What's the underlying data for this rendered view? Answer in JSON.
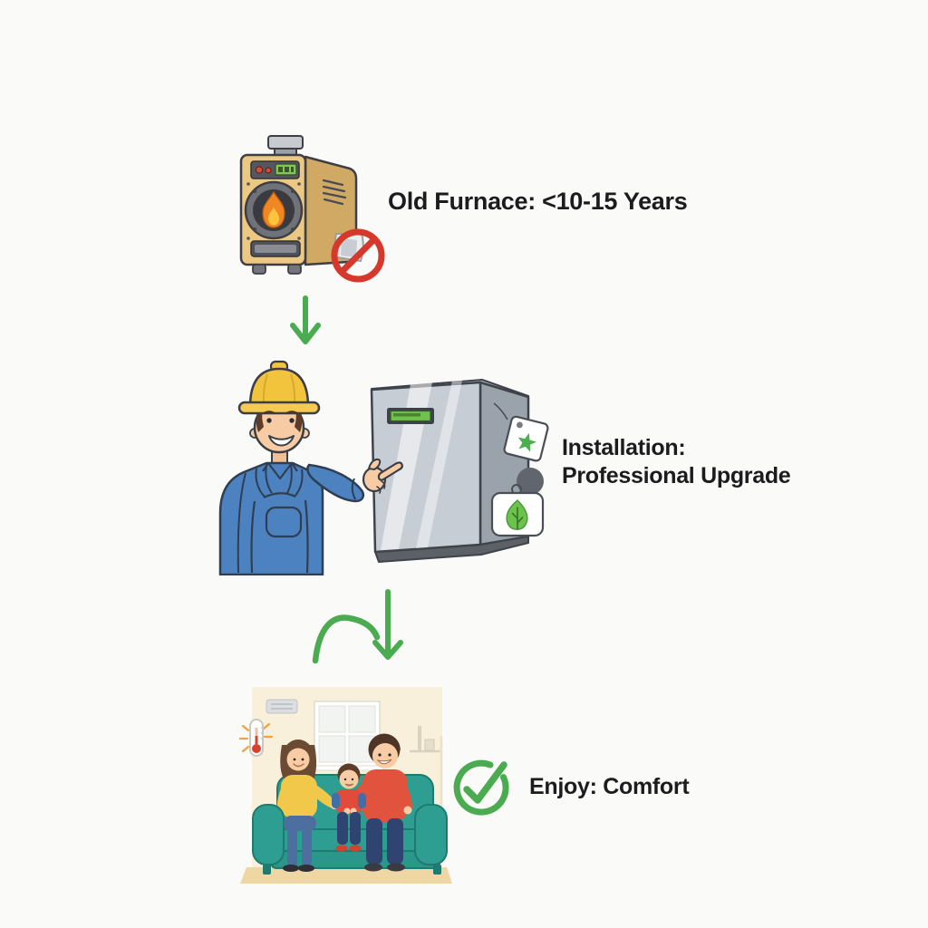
{
  "colors": {
    "background": "#fafaf8",
    "accent_green": "#4aab50",
    "text": "#1c1c1e",
    "prohibition_red": "#d6392c",
    "couch_teal": "#2f9e92",
    "old_furnace_tan": "#ecc983",
    "new_furnace_gray": "#c7cdd4",
    "hard_hat_yellow": "#f2c33d"
  },
  "icons": {
    "prohibition": "no-symbol",
    "down_arrow": "↓",
    "curved_arrow": "curved-down-arrow",
    "star_tag": "★",
    "eco_leaf_tag": "leaf",
    "check_circle": "✓",
    "thermometer": "thermometer"
  },
  "flow": {
    "step1": {
      "caption": "Old Furnace: <10-15 Years"
    },
    "step2": {
      "caption_line1": "Installation:",
      "caption_line2": "Professional Upgrade"
    },
    "step3": {
      "caption": "Enjoy: Comfort"
    }
  }
}
